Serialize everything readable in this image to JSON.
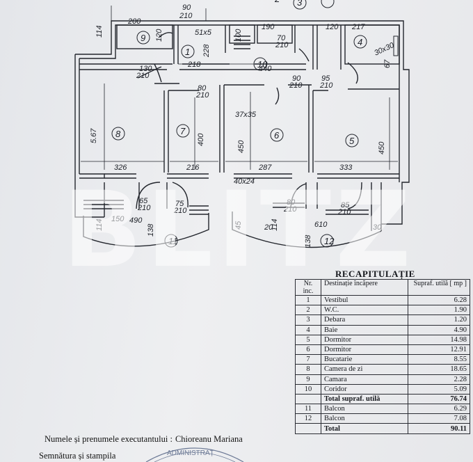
{
  "plan": {
    "room_numbers": [
      "1",
      "2",
      "3",
      "4",
      "5",
      "6",
      "7",
      "8",
      "9",
      "10",
      "11",
      "12"
    ],
    "dimensions": {
      "d90": "90",
      "d210a": "210",
      "d200": "200",
      "d114a": "114",
      "d120a": "120",
      "d51x5": "51x5",
      "d228": "228",
      "d218": "218",
      "d190": "190",
      "d100": "100",
      "d70": "70",
      "d210b": "210",
      "d120b": "120",
      "d217": "217",
      "d30x30": "30x30",
      "d130": "130",
      "d210c": "210",
      "d440": "440",
      "d80": "80",
      "d210d": "210",
      "d90b": "90",
      "d210e": "210",
      "d95": "95",
      "d210f": "210",
      "d67": "67",
      "d37x35": "37x35",
      "d567": "5.67",
      "d400": "400",
      "d450a": "450",
      "d450b": "450",
      "d326": "326",
      "d216": "216",
      "d287": "287",
      "d333": "333",
      "d40x24": "40x24",
      "d65": "65",
      "d210g": "210",
      "d75": "75",
      "d210h": "210",
      "d80b": "80",
      "d210i": "210",
      "d85": "85",
      "d210j": "210",
      "d490": "490",
      "d610": "610",
      "d138a": "138",
      "d138b": "138",
      "d114b": "114",
      "d114c": "114",
      "d150": "150",
      "d20": "20",
      "d30": "30",
      "d45": "45"
    }
  },
  "watermark": "BLITZ",
  "recap": {
    "title": "RECAPITULAȚIE",
    "header": {
      "nr": "Nr. inc.",
      "dest": "Destinație încăpere",
      "supraf": "Supraf. utilă [ mp ]"
    },
    "rows": [
      {
        "nr": "1",
        "name": "Vestibul",
        "val": "6.28"
      },
      {
        "nr": "2",
        "name": "W.C.",
        "val": "1.90"
      },
      {
        "nr": "3",
        "name": "Debara",
        "val": "1.20"
      },
      {
        "nr": "4",
        "name": "Baie",
        "val": "4.90"
      },
      {
        "nr": "5",
        "name": "Dormitor",
        "val": "14.98"
      },
      {
        "nr": "6",
        "name": "Dormitor",
        "val": "12.91"
      },
      {
        "nr": "7",
        "name": "Bucatarie",
        "val": "8.55"
      },
      {
        "nr": "8",
        "name": "Camera de zi",
        "val": "18.65"
      },
      {
        "nr": "9",
        "name": "Camara",
        "val": "2.28"
      },
      {
        "nr": "10",
        "name": "Coridor",
        "val": "5.09"
      }
    ],
    "total_util": {
      "name": "Total supraf. utilă",
      "val": "76.74"
    },
    "balconies": [
      {
        "nr": "11",
        "name": "Balcon",
        "val": "6.29"
      },
      {
        "nr": "12",
        "name": "Balcon",
        "val": "7.08"
      }
    ],
    "total": {
      "name": "Total",
      "val": "90.11"
    }
  },
  "footer": {
    "executant_label": "Numele și prenumele executantului :",
    "executant_name": "Chioreanu Mariana",
    "signature_label": "Semnătura și stampila",
    "stamp_text": "ADMINISTRAȚ"
  }
}
